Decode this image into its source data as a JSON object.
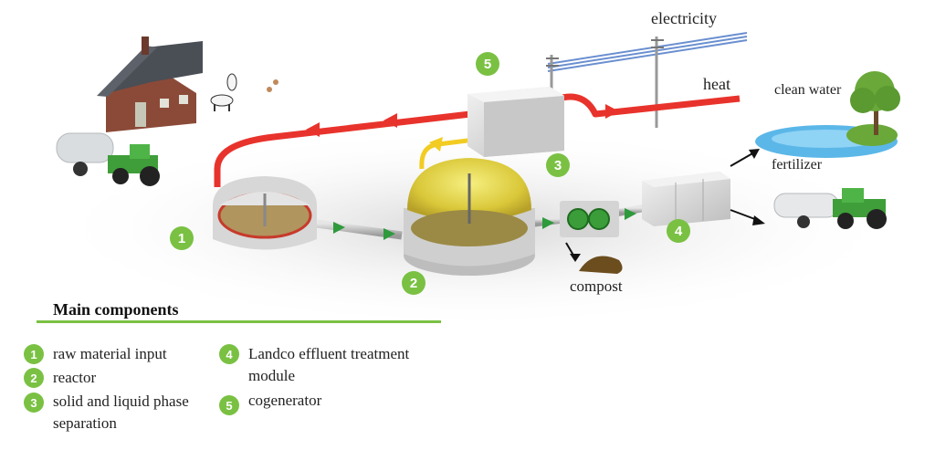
{
  "labels": {
    "electricity": "electricity",
    "heat": "heat",
    "clean_water": "clean water",
    "fertilizer": "fertilizer",
    "compost": "compost"
  },
  "diagram_badges": [
    "1",
    "2",
    "3",
    "4",
    "5"
  ],
  "legend": {
    "title": "Main components",
    "items": [
      {
        "num": "1",
        "text": "raw material input"
      },
      {
        "num": "2",
        "text": "reactor"
      },
      {
        "num": "3",
        "text": "solid and liquid phase",
        "text2": "separation"
      },
      {
        "num": "4",
        "text": "Landco effluent treatment",
        "text2": "module"
      },
      {
        "num": "5",
        "text": "cogenerator"
      }
    ]
  },
  "colors": {
    "accent_green": "#7ac143",
    "heat_pipe": "#e8332c",
    "arrow_green": "#2e9a3c",
    "cable_blue": "#6a8fd0"
  }
}
